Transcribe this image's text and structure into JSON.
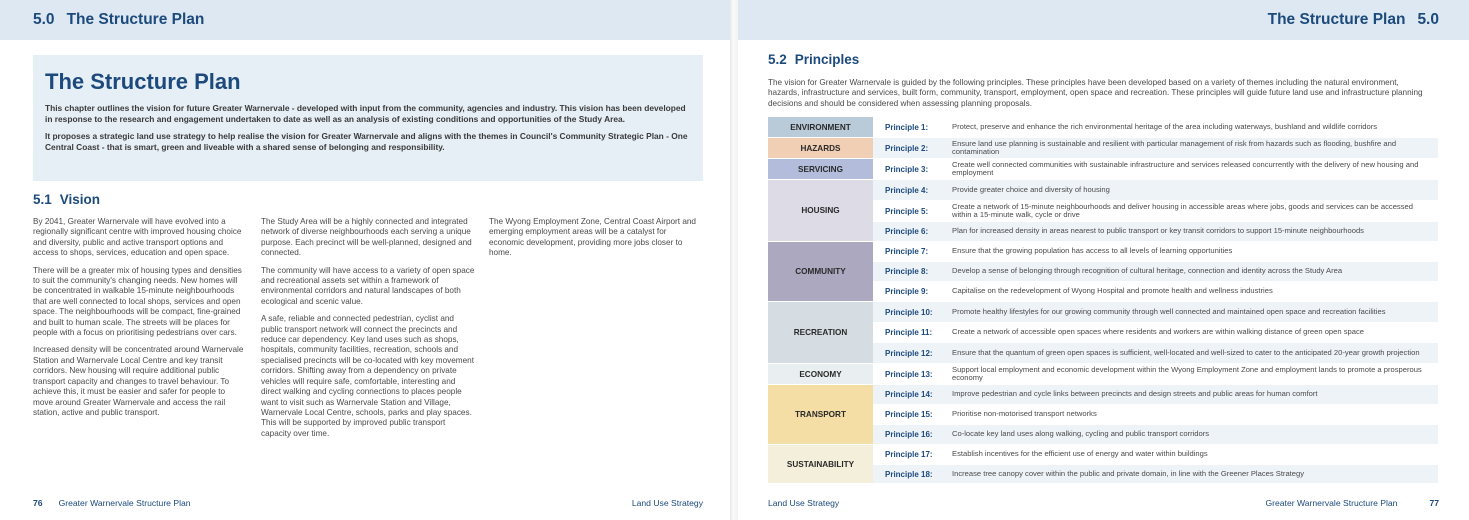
{
  "header": {
    "left_num": "5.0",
    "left_title": "The Structure Plan",
    "right_title": "The Structure Plan",
    "right_num": "5.0"
  },
  "intro": {
    "title": "The Structure Plan",
    "para1": "This chapter outlines the vision for future Greater Warnervale - developed with input from the community, agencies and industry. This vision has been developed in response to the research and engagement undertaken to date as well as an analysis of existing conditions and opportunities of the Study Area.",
    "para2": "It proposes a strategic land use strategy to help realise the vision for Greater Warnervale and aligns with the themes in Council's Community Strategic Plan - One Central Coast - that is smart, green and liveable with a shared sense of belonging and responsibility."
  },
  "vision": {
    "num": "5.1",
    "title": "Vision",
    "col1": [
      "By 2041, Greater Warnervale will have evolved into a regionally significant centre with improved housing choice and diversity, public and active transport options and access to shops, services, education and open space.",
      "There will be a greater mix of housing types and densities to suit the community's changing needs. New homes will be concentrated in walkable 15-minute neighbourhoods that are well connected to local shops, services and open space. The neighbourhoods will be compact, fine-grained and built to human scale. The streets will be places for people with a focus on prioritising pedestrians over cars.",
      "Increased density will be concentrated around Warnervale Station and Warnervale Local Centre and key transit corridors. New housing will require additional public transport capacity and changes to travel behaviour. To achieve this, it must be easier and safer for people to move around Greater Warnervale and access the rail station, active and public transport."
    ],
    "col2": [
      "The Study Area will be a highly connected and integrated network of diverse neighbourhoods each serving a unique purpose. Each precinct will be well-planned, designed and connected.",
      "The community will have access to a variety of open space and recreational assets set within a framework of environmental corridors and natural landscapes of both ecological and scenic value.",
      "A safe, reliable and connected pedestrian, cyclist and public transport network will connect the precincts and reduce car dependency. Key land uses such as shops, hospitals, community facilities, recreation, schools and specialised precincts will be co-located with key movement corridors. Shifting away from a dependency on private vehicles will require safe, comfortable, interesting and direct walking and cycling connections to places people want to visit such as Warnervale Station and Village, Warnervale Local Centre, schools, parks and play spaces. This will be supported by improved public transport capacity over time."
    ],
    "col3": [
      "The Wyong Employment Zone, Central Coast Airport and emerging employment areas will be a catalyst for economic development, providing more jobs closer to home."
    ]
  },
  "principles": {
    "num": "5.2",
    "title": "Principles",
    "intro": "The vision for Greater Warnervale is guided by the following principles. These principles have been developed based on a variety of themes including the natural environment, hazards, infrastructure and services, built form, community, transport, employment, open space and recreation. These principles will guide future land use and infrastructure planning decisions and should be considered when assessing planning proposals.",
    "themes": [
      {
        "name": "ENVIRONMENT",
        "color": "#b9cbd9",
        "rows": [
          {
            "label": "Principle 1:",
            "text": "Protect, preserve and enhance the rich environmental heritage of the area including waterways, bushland and wildlife corridors",
            "alt": false
          }
        ]
      },
      {
        "name": "HAZARDS",
        "color": "#f1cfb4",
        "rows": [
          {
            "label": "Principle 2:",
            "text": "Ensure land use planning is sustainable and resilient with particular management of risk from hazards such as flooding, bushfire and contamination",
            "alt": true
          }
        ]
      },
      {
        "name": "SERVICING",
        "color": "#b3bcdb",
        "rows": [
          {
            "label": "Principle 3:",
            "text": "Create well connected communities with sustainable infrastructure and services released concurrently with the delivery of new housing and employment",
            "alt": false
          }
        ]
      },
      {
        "name": "HOUSING",
        "color": "#dcdbe6",
        "rows": [
          {
            "label": "Principle 4:",
            "text": "Provide greater choice and diversity of housing",
            "alt": true
          },
          {
            "label": "Principle 5:",
            "text": "Create a network of 15-minute neighbourhoods and deliver housing in accessible areas where jobs, goods and services can be accessed within a 15-minute walk, cycle or drive",
            "alt": false
          },
          {
            "label": "Principle 6:",
            "text": "Plan for increased density in areas nearest to public transport or key transit corridors to support 15-minute neighbourhoods",
            "alt": true
          }
        ]
      },
      {
        "name": "COMMUNITY",
        "color": "#aba8bf",
        "rows": [
          {
            "label": "Principle 7:",
            "text": "Ensure that the growing population has access to all levels of learning opportunities",
            "alt": false
          },
          {
            "label": "Principle 8:",
            "text": "Develop a sense of belonging through recognition of cultural heritage, connection and identity across the Study Area",
            "alt": true
          },
          {
            "label": "Principle 9:",
            "text": "Capitalise on the redevelopment of Wyong Hospital and promote health and wellness industries",
            "alt": false
          }
        ]
      },
      {
        "name": "RECREATION",
        "color": "#d5dde3",
        "rows": [
          {
            "label": "Principle 10:",
            "text": "Promote healthy lifestyles for our growing community through well connected and maintained open space and recreation facilities",
            "alt": true
          },
          {
            "label": "Principle 11:",
            "text": "Create a network of accessible open spaces where residents and workers are within walking distance of green open space",
            "alt": false
          },
          {
            "label": "Principle 12:",
            "text": "Ensure that the quantum of green open spaces is sufficient, well-located and well-sized to cater to the anticipated 20-year growth projection",
            "alt": true
          }
        ]
      },
      {
        "name": "ECONOMY",
        "color": "#e9eef0",
        "rows": [
          {
            "label": "Principle 13:",
            "text": "Support local employment and economic development within the Wyong Employment Zone and employment lands to promote a prosperous economy",
            "alt": false
          }
        ]
      },
      {
        "name": "TRANSPORT",
        "color": "#f5dea6",
        "rows": [
          {
            "label": "Principle 14:",
            "text": "Improve pedestrian and cycle links between precincts and design streets and public areas for human comfort",
            "alt": true
          },
          {
            "label": "Principle 15:",
            "text": "Prioritise non-motorised transport networks",
            "alt": false
          },
          {
            "label": "Principle 16:",
            "text": "Co-locate key land uses along walking, cycling and public transport corridors",
            "alt": true
          }
        ]
      },
      {
        "name": "SUSTAINABILITY",
        "color": "#f3efda",
        "rows": [
          {
            "label": "Principle 17:",
            "text": "Establish incentives for the efficient use of energy and water within buildings",
            "alt": false
          },
          {
            "label": "Principle 18:",
            "text": "Increase tree canopy cover within the public and private domain, in line with the Greener Places Strategy",
            "alt": true
          }
        ]
      }
    ]
  },
  "footer": {
    "left_page": "76",
    "left_doc": "Greater Warnervale Structure Plan",
    "left_section": "Land Use Strategy",
    "right_section": "Land Use Strategy",
    "right_doc": "Greater Warnervale Structure Plan",
    "right_page": "77"
  }
}
